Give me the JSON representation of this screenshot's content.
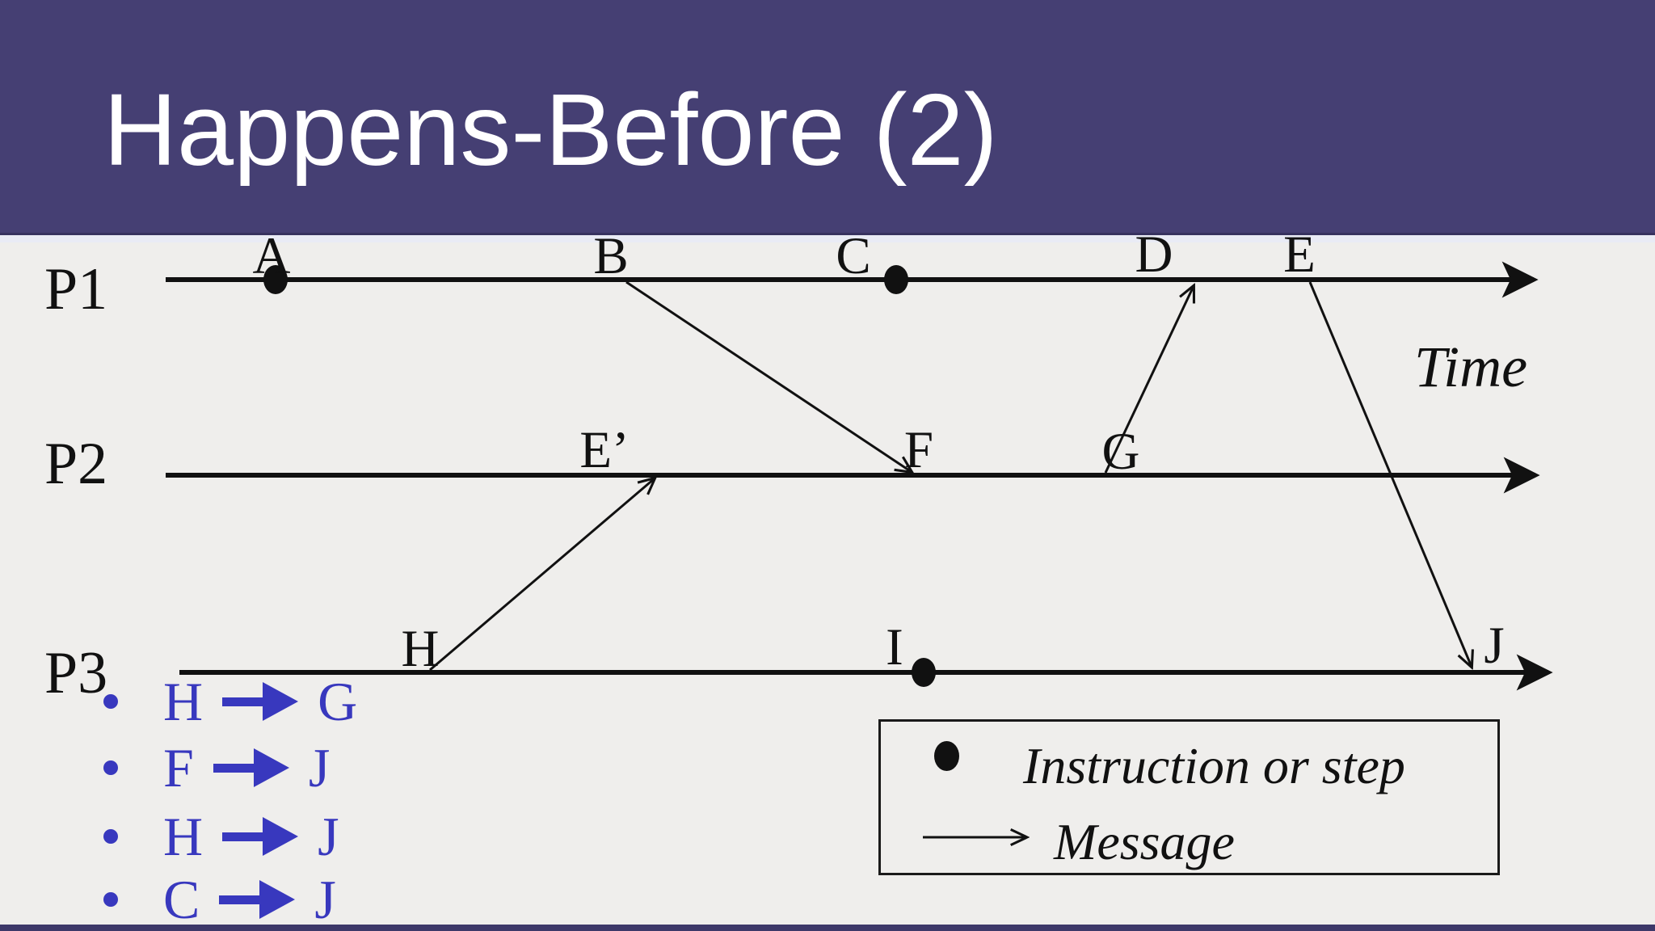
{
  "slide": {
    "title": "Happens-Before (2)",
    "time_label": "Time"
  },
  "processes": [
    {
      "label": "P1"
    },
    {
      "label": "P2"
    },
    {
      "label": "P3"
    }
  ],
  "events": {
    "p1": [
      "A",
      "B",
      "C",
      "D",
      "E"
    ],
    "p2": [
      "E’",
      "F",
      "G"
    ],
    "p3": [
      "H",
      "I",
      "J"
    ]
  },
  "messages": [
    {
      "from": "B",
      "to": "F"
    },
    {
      "from": "H",
      "to": "E’"
    },
    {
      "from": "G",
      "to": "D"
    },
    {
      "from": "E",
      "to": "J"
    }
  ],
  "bullets": [
    {
      "from": "H",
      "to": "G"
    },
    {
      "from": "F",
      "to": "J"
    },
    {
      "from": "H",
      "to": "J"
    },
    {
      "from": "C",
      "to": "J"
    }
  ],
  "legend": {
    "instruction_label": "Instruction or step",
    "message_label": "Message"
  },
  "colors": {
    "header": "#453F73",
    "background": "#EFEEEC",
    "bullet_blue": "#3838BE",
    "ink": "#111111"
  }
}
